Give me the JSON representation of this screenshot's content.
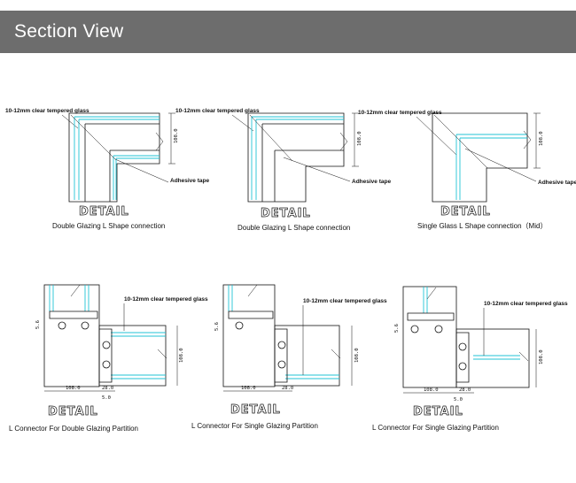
{
  "header": {
    "title": "Section View"
  },
  "labels": {
    "glass": "10-12mm clear tempered glass",
    "tape": "Adhesive tape",
    "detail": "DETAIL",
    "dim_height": "108.0",
    "dim_width": "108.0",
    "dim_small": "28.0",
    "dim_5": "5.0",
    "dim_56": "5.6"
  },
  "captions": {
    "d1": "Double Glazing L Shape connection",
    "d2": "Double Glazing L Shape connection",
    "d3": "Single Glass L Shape connection（Mid）",
    "d4": "L Connector For Double Glazing Partition",
    "d5": "L Connector For Single Glazing Partition",
    "d6": "L Connector For Single Glazing Partition"
  },
  "colors": {
    "header_bg": "#6d6d6d",
    "glass": "#22c3d6"
  }
}
